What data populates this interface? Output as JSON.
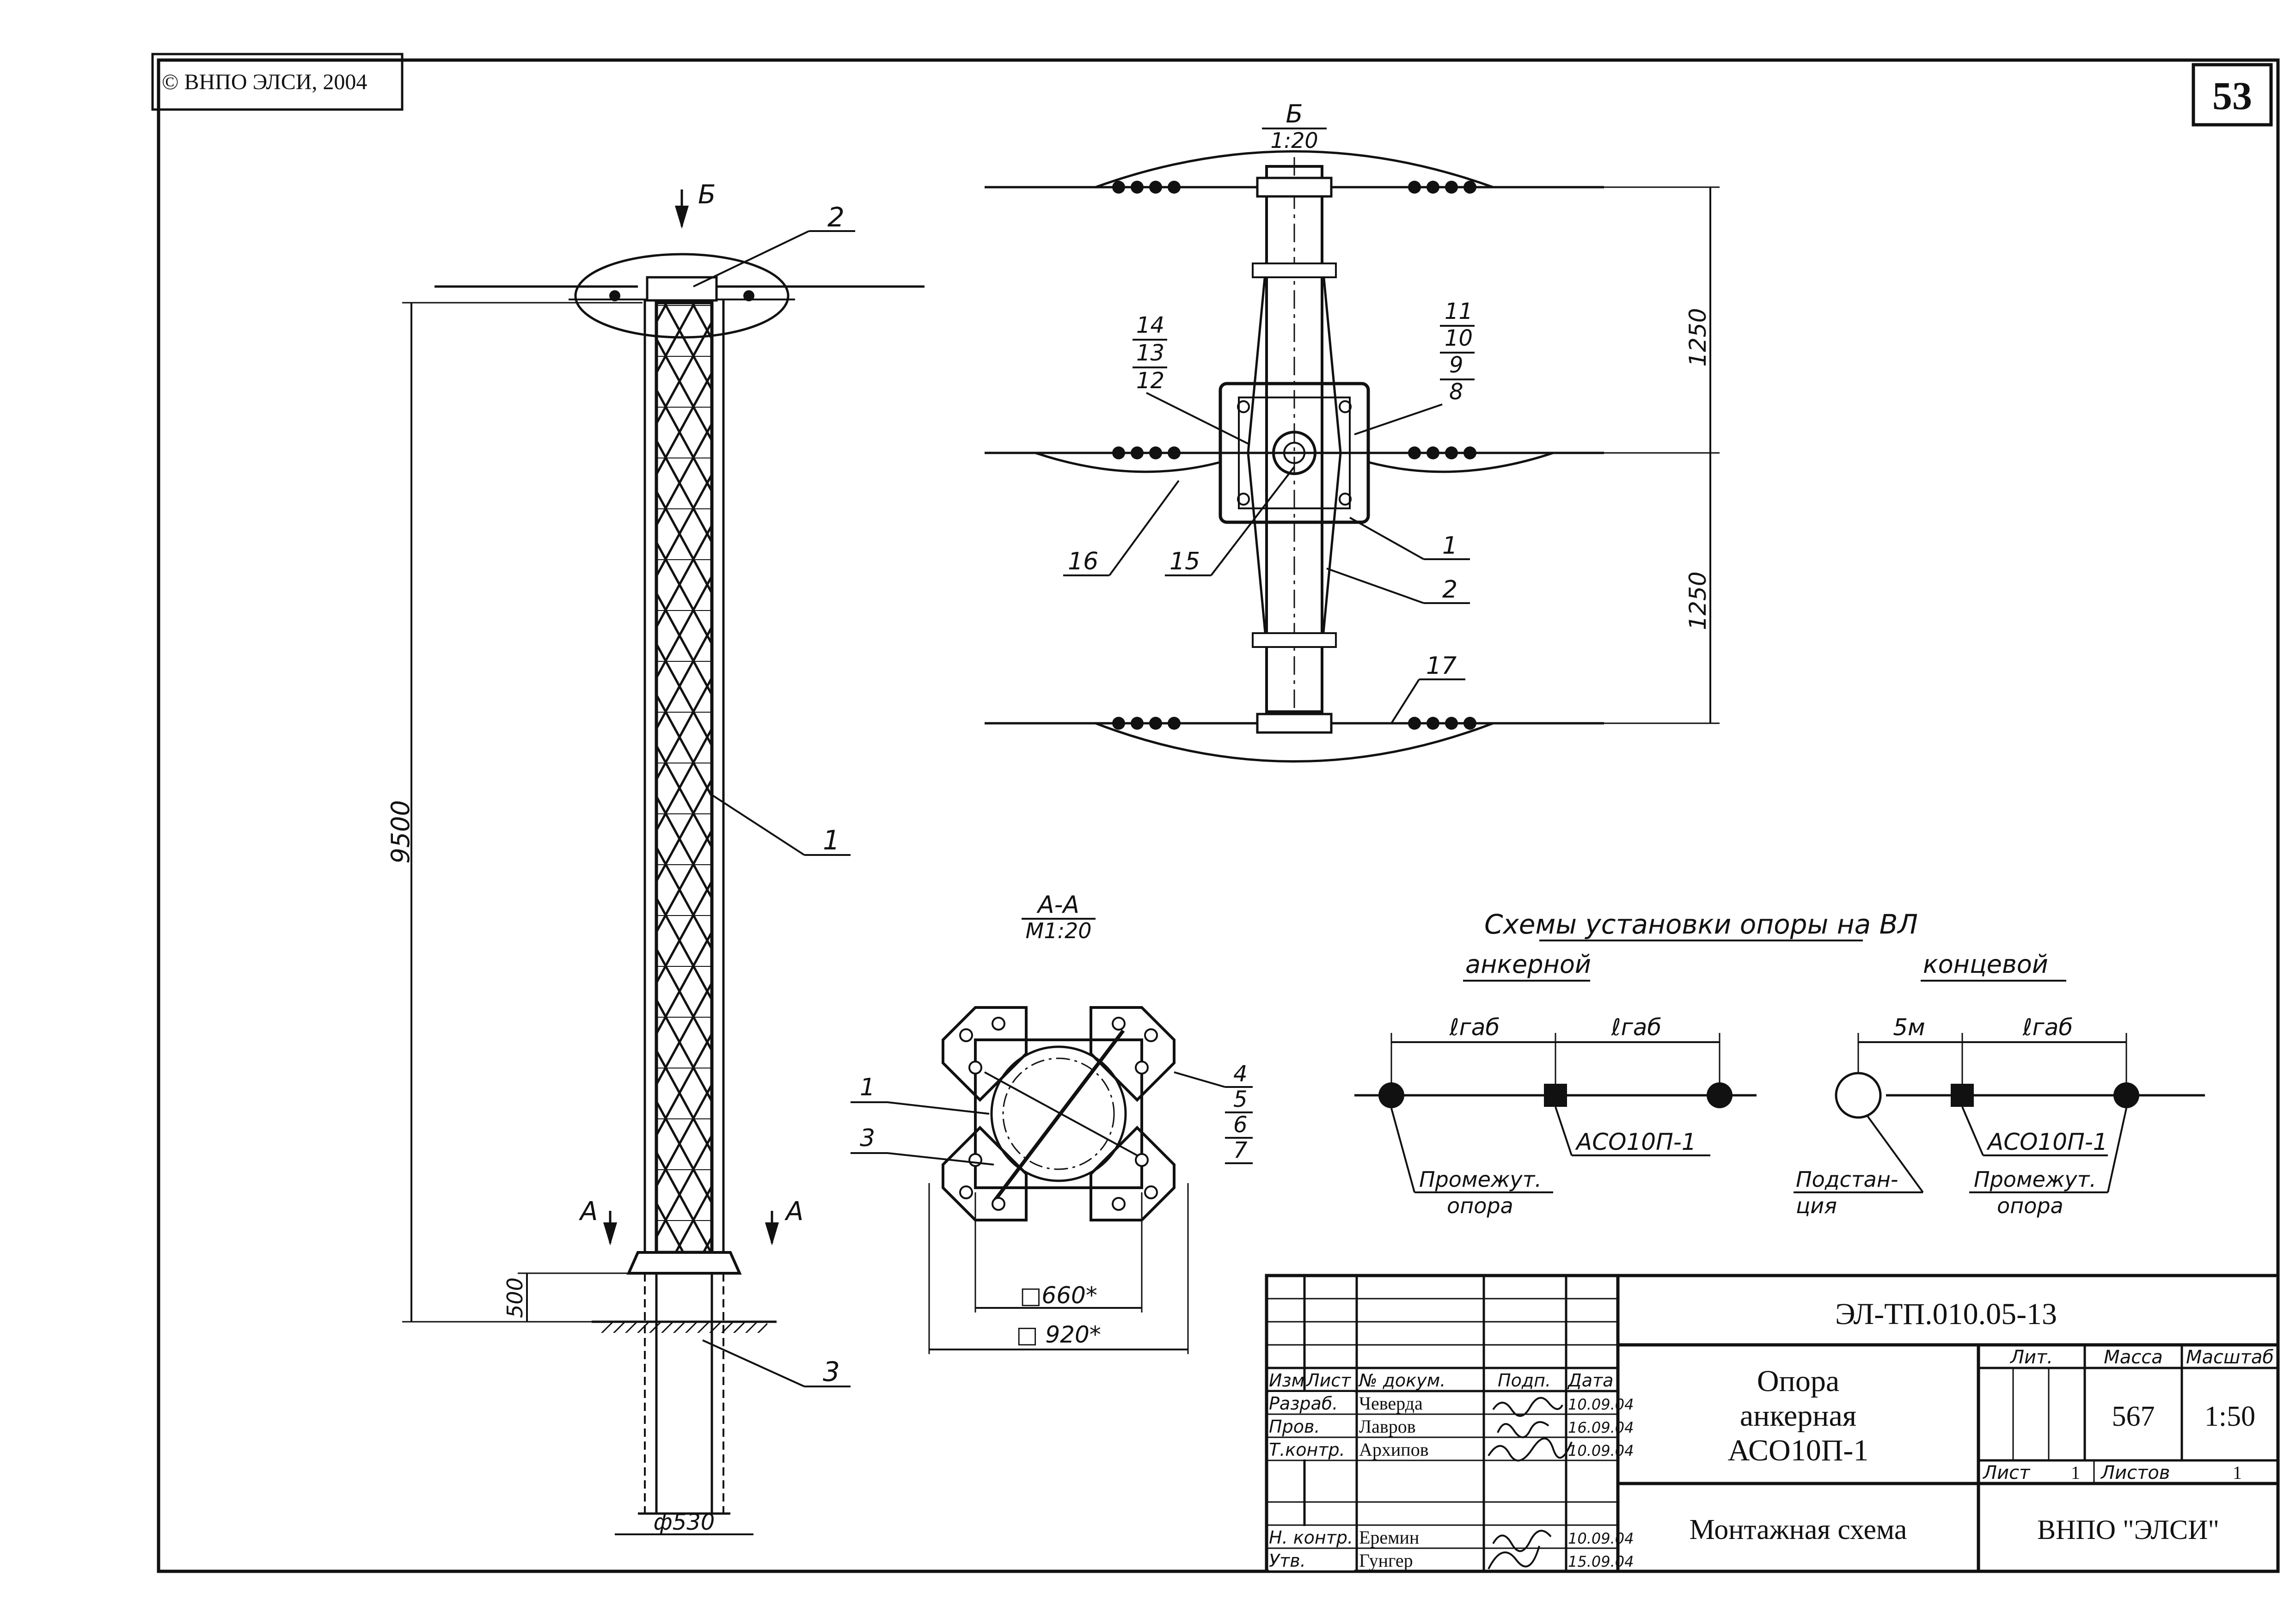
{
  "copyright": "© ВНПО ЭЛСИ, 2004",
  "sheet_number": "53",
  "elevation": {
    "view_marker": "Б",
    "section_marker": "А",
    "dim_total": "9500",
    "dim_base": "500",
    "dim_diameter": "ф530",
    "callouts": [
      "1",
      "2",
      "3"
    ]
  },
  "plan_view": {
    "title": "Б",
    "scale": "1:20",
    "dim_upper": "1250",
    "dim_lower": "1250",
    "callouts_left": [
      "14",
      "13",
      "12"
    ],
    "callouts_right": [
      "11",
      "10",
      "9",
      "8"
    ],
    "callout_1": "1",
    "callout_2": "2",
    "callout_15": "15",
    "callout_16": "16",
    "callout_17": "17"
  },
  "section": {
    "title": "А-А",
    "scale": "М1:20",
    "callouts_right": [
      "4",
      "5",
      "6",
      "7"
    ],
    "callout_1": "1",
    "callout_3": "3",
    "dim_inner": "□660*",
    "dim_outer": "□ 920*"
  },
  "schemes": {
    "title": "Схемы установки опоры на ВЛ",
    "anchor": {
      "heading": "анкерной",
      "span_left": "ℓгаб",
      "span_right": "ℓгаб",
      "pole_label": "АСО10П-1",
      "intermediate_line1": "Промежут.",
      "intermediate_line2": "опора"
    },
    "terminal": {
      "heading": "концевой",
      "span_left": "5м",
      "span_right": "ℓгаб",
      "pole_label": "АСО10П-1",
      "substation_line1": "Подстан-",
      "substation_line2": "ция",
      "intermediate_line1": "Промежут.",
      "intermediate_line2": "опора"
    }
  },
  "title_block": {
    "code": "ЭЛ-ТП.010.05-13",
    "name_line1": "Опора",
    "name_line2": "анкерная",
    "name_line3": "АСО10П-1",
    "doc_type": "Монтажная схема",
    "org": "ВНПО \"ЭЛСИ\"",
    "col_headers": {
      "izm": "Изм",
      "list": "Лист",
      "doc": "№ докум.",
      "sign": "Подп.",
      "date": "Дата"
    },
    "lit_label": "Лит.",
    "mass_label": "Масса",
    "scale_label": "Масштаб",
    "mass": "567",
    "scale": "1:50",
    "sheet_label": "Лист",
    "sheet_value": "1",
    "sheets_label": "Листов",
    "sheets_value": "1",
    "rows": [
      {
        "role": "Разраб.",
        "name": "Чеверда",
        "date": "10.09.04"
      },
      {
        "role": "Пров.",
        "name": "Лавров",
        "date": "16.09.04"
      },
      {
        "role": "Т.контр.",
        "name": "Архипов",
        "date": "10.09.04"
      },
      {
        "role": "Н. контр.",
        "name": "Еремин",
        "date": "10.09.04"
      },
      {
        "role": "Утв.",
        "name": "Гунгер",
        "date": "15.09.04"
      }
    ]
  }
}
